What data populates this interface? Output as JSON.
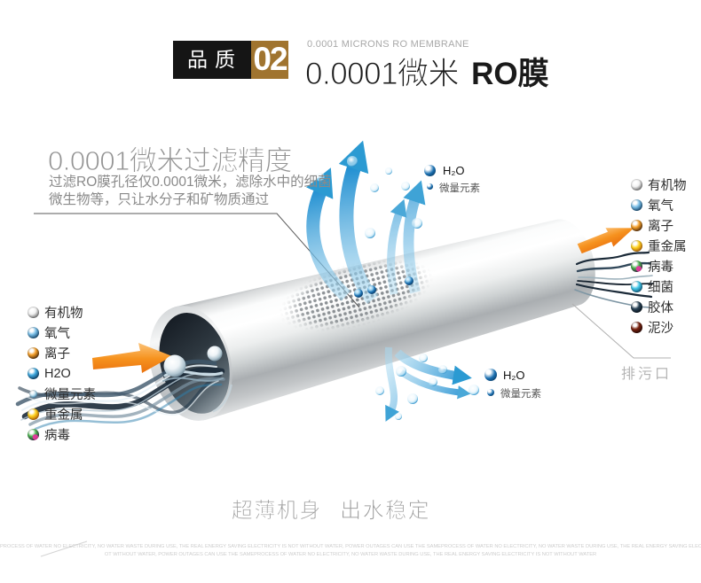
{
  "header": {
    "badge_text": "品质",
    "badge_number": "02",
    "subtitle": "0.0001 MICRONS RO MEMBRANE",
    "title": "0.0001微米",
    "title_bold": "RO膜"
  },
  "feature": {
    "heading": "0.0001微米过滤精度",
    "desc_line1": "过滤RO膜孔径仅0.0001微米，滤除水中的细菌",
    "desc_line2": "微生物等，只让水分子和矿物质通过"
  },
  "legend_left": {
    "items": [
      {
        "label": "有机物",
        "color": "#f2f2f2",
        "edge": "#606060"
      },
      {
        "label": "氧气",
        "color": "#7cc0e8",
        "edge": "#06365e"
      },
      {
        "label": "离子",
        "color": "#f5a02a",
        "edge": "#3a1c06"
      },
      {
        "label": "H2O",
        "color": "#3fa8de",
        "edge": "#062f54"
      },
      {
        "label": "微量元素",
        "color": "#cfeaf6",
        "edge": "#2f85b5"
      },
      {
        "label": "重金属",
        "color": "#ffd21e",
        "edge": "#a64e06"
      },
      {
        "label": "病毒",
        "color": "#49b54e",
        "edge": "#380c46",
        "accent": "#e13b9b"
      }
    ]
  },
  "legend_right": {
    "items": [
      {
        "label": "有机物",
        "color": "#f2f2f2",
        "edge": "#606060"
      },
      {
        "label": "氧气",
        "color": "#7cc0e8",
        "edge": "#06365e"
      },
      {
        "label": "离子",
        "color": "#f5a02a",
        "edge": "#3a1c06"
      },
      {
        "label": "重金属",
        "color": "#ffd21e",
        "edge": "#a64e06"
      },
      {
        "label": "病毒",
        "color": "#49b54e",
        "edge": "#380c46",
        "accent": "#e13b9b"
      },
      {
        "label": "细菌",
        "color": "#46c8e8",
        "edge": "#064a6e"
      },
      {
        "label": "胶体",
        "color": "#2a4458",
        "edge": "#030d16"
      },
      {
        "label": "泥沙",
        "color": "#7a2410",
        "edge": "#1c0302"
      }
    ]
  },
  "annotations": {
    "h2o_top": "H₂O",
    "trace_top": "微量元素",
    "h2o_bottom": "H₂O",
    "trace_bottom": "微量元素",
    "drain": "排污口"
  },
  "footer": {
    "tagline": "超薄机身 出水稳定",
    "fineprint_line1": "PROCESS OF WATER NO ELECTRICITY, NO WATER WASTE DURING USE, THE REAL ENERGY SAVING ELECTRICITY IS NOT WITHOUT WATER, POWER OUTAGES CAN USE THE SAMEPROCESS OF WATER NO ELECTRICITY, NO WATER WASTE DURING USE, THE REAL ENERGY SAVING ELECTRICITY IS N",
    "fineprint_line2": "OT WITHOUT WATER, POWER OUTAGES CAN USE THE SAMEPROCESS OF WATER NO ELECTRICITY, NO WATER WASTE DURING USE, THE REAL ENERGY SAVING ELECTRICITY IS NOT WITHOUT WATER"
  },
  "colors": {
    "badge_bg": "#151515",
    "badge_number_bg": "#a0742f",
    "accent_orange": "#f07f1a",
    "arrow_blue": "#2d9bd6",
    "text_dark": "#141414",
    "text_gray": "#8a8a8a",
    "text_light": "#9c9c9c"
  }
}
